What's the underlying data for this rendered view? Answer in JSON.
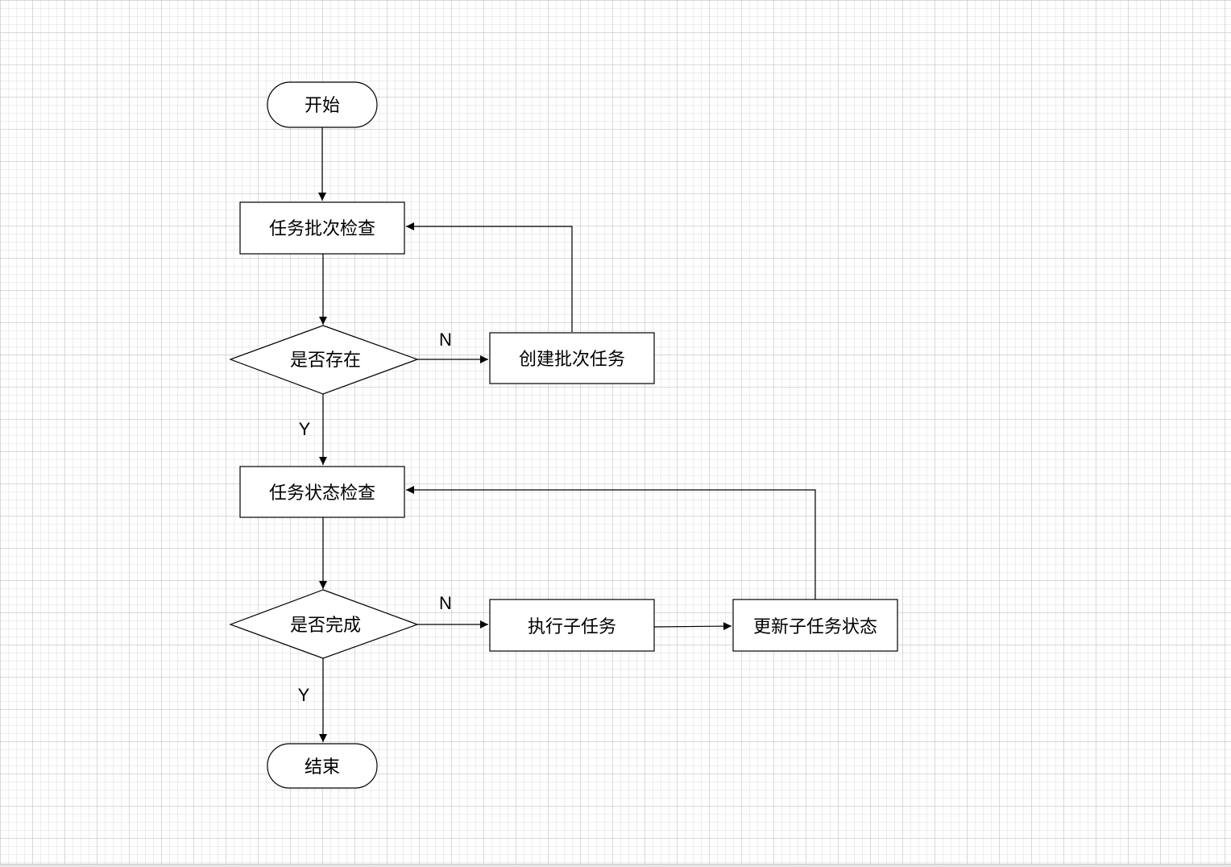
{
  "nodes": {
    "start": {
      "type": "terminator",
      "label": "开始"
    },
    "check_batch": {
      "type": "process",
      "label": "任务批次检查"
    },
    "exists": {
      "type": "decision",
      "label": "是否存在"
    },
    "create_batch": {
      "type": "process",
      "label": "创建批次任务"
    },
    "check_status": {
      "type": "process",
      "label": "任务状态检查"
    },
    "completed": {
      "type": "decision",
      "label": "是否完成"
    },
    "execute_subtask": {
      "type": "process",
      "label": "执行子任务"
    },
    "update_status": {
      "type": "process",
      "label": "更新子任务状态"
    },
    "end": {
      "type": "terminator",
      "label": "结束"
    }
  },
  "edges": [
    {
      "from": "start",
      "to": "check_batch",
      "label": ""
    },
    {
      "from": "check_batch",
      "to": "exists",
      "label": ""
    },
    {
      "from": "exists",
      "to": "create_batch",
      "label": "N"
    },
    {
      "from": "create_batch",
      "to": "check_batch",
      "label": ""
    },
    {
      "from": "exists",
      "to": "check_status",
      "label": "Y"
    },
    {
      "from": "check_status",
      "to": "completed",
      "label": ""
    },
    {
      "from": "completed",
      "to": "execute_subtask",
      "label": "N"
    },
    {
      "from": "execute_subtask",
      "to": "update_status",
      "label": ""
    },
    {
      "from": "update_status",
      "to": "check_status",
      "label": ""
    },
    {
      "from": "completed",
      "to": "end",
      "label": "Y"
    }
  ],
  "colors": {
    "stroke": "#000000",
    "fill": "#ffffff",
    "grid": "#d9d9d9"
  }
}
